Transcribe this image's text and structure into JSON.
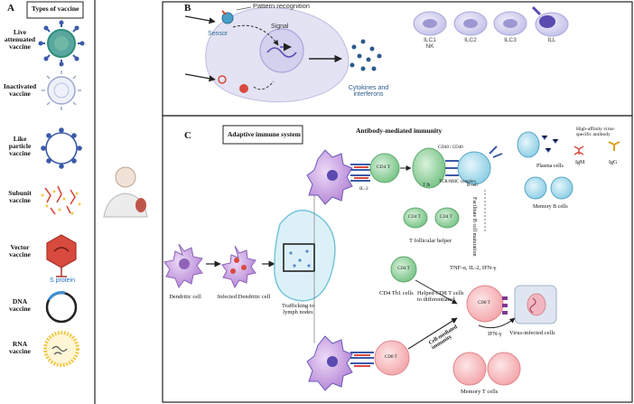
{
  "panel_a": {
    "letter": "A",
    "header": "Types of vaccine",
    "vaccines": [
      {
        "line1": "Live",
        "line2": "attenuated",
        "line3": "vaccine"
      },
      {
        "line1": "Inactivated",
        "line2": "vaccine",
        "line3": ""
      },
      {
        "line1": "Like",
        "line2": "particle",
        "line3": "vaccine"
      },
      {
        "line1": "Subunit",
        "line2": "vaccine",
        "line3": ""
      },
      {
        "line1": "Vector",
        "line2": "vaccine",
        "line3": ""
      },
      {
        "line1": "DNA",
        "line2": "vaccine",
        "line3": ""
      },
      {
        "line1": "RNA",
        "line2": "vaccine",
        "line3": ""
      }
    ],
    "protein_tag": "S protein"
  },
  "panel_b": {
    "letter": "B",
    "pattern_recognition": "Pattern recognition",
    "sensor": "Sensor",
    "signal": "Signal",
    "cytokines_line1": "Cytokines and",
    "cytokines_line2": "interferons",
    "ilc": [
      {
        "line1": "ILC1",
        "line2": "NK"
      },
      {
        "line1": "ILC2",
        "line2": ""
      },
      {
        "line1": "ILC3",
        "line2": ""
      },
      {
        "line1": "ILL",
        "line2": ""
      }
    ]
  },
  "panel_c": {
    "letter": "C",
    "title": "Adaptive immune system",
    "antibody_title": "Antibody-mediated immunity",
    "dendritic_cell": "Dendritic cell",
    "infected_dendritic_cell": "Infected Dendritic cell",
    "trafficking_line1": "Trafficking to",
    "trafficking_line2": "lymph nodes",
    "cd4t": "CD4 T",
    "cd8t": "CD8 T",
    "tfh": "T fh",
    "bcell": "B cell",
    "il2": "IL-2",
    "cd40": "CD40 / CD40",
    "tcr_complex": "TCR/MHC complex",
    "facilitate_line1": "Facilitate B cell",
    "facilitate_line2": "maturation",
    "t_follicular_helper": "T follicular helper",
    "plasma_cells": "Plasma cells",
    "memory_b_cells": "Memory B cells",
    "high_affinity_line1": "High-affinity virus-",
    "high_affinity_line2": "specific antibody",
    "igm": "IgM",
    "igg": "IgG",
    "cd4_th1": "CD4 Th1 cells",
    "cytokines_th1": "TNF-α, IL-2, IFN-γ",
    "helped_line1": "Helped CD8 T cells",
    "helped_line2": "to differentiated",
    "ifn": "IFN-γ",
    "virus_infected": "Virus-infected cells",
    "cell_mediated_line1": "Cell-mediated",
    "cell_mediated_line2": "immunity",
    "memory_t_cells": "Memory T cells"
  },
  "colors": {
    "vaccine_green": "#2f8e7a",
    "vaccine_blue": "#3b5aa8",
    "vaccine_red": "#d84a3e",
    "rna_yellow": "#f2c94c",
    "dc_purple": "#b98bd8",
    "cd4_green": "#7cc58a",
    "b_blue": "#8fd0e6",
    "cd8_pink": "#f4a9ad",
    "ilc_lavender": "#cfcdee",
    "macrophage": "#e3e3f3"
  }
}
